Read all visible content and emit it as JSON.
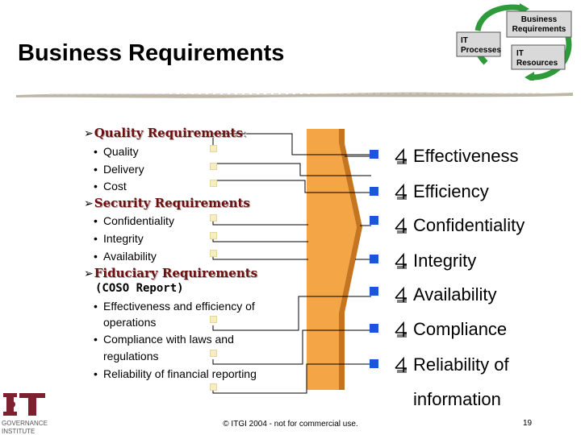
{
  "title": "Business Requirements",
  "cycle_diagram": {
    "business_requirements": [
      "Business",
      "Requirements"
    ],
    "it_processes": [
      "IT",
      "Processes"
    ],
    "it_resources": [
      "IT",
      "Resources"
    ]
  },
  "sections": [
    {
      "heading": "Quality Requirements",
      "colon": ":",
      "items": [
        "Quality",
        "Delivery",
        "Cost"
      ]
    },
    {
      "heading": "Security Requirements",
      "items": [
        "Confidentiality",
        "Integrity",
        "Availability"
      ]
    },
    {
      "heading": "Fiduciary Requirements",
      "note": "(COSO Report)",
      "items": [
        [
          "Effectiveness and efficiency of",
          "operations"
        ],
        [
          "Compliance with laws and",
          "regulations"
        ],
        [
          "Reliability of financial reporting"
        ]
      ]
    }
  ],
  "criteria": [
    "Effectiveness",
    "Efficiency",
    "Confidentiality",
    "Integrity",
    "Availability",
    "Compliance",
    "Reliability of",
    "information"
  ],
  "footer": "© ITGI 2004 - not for commercial use.",
  "page_number": "19",
  "logo": {
    "line1": "GOVERNANCE",
    "line2": "INSTITUTE"
  },
  "colors": {
    "title": "#000000",
    "section_heading": "#6b1010",
    "marker_fill": "#f6eec2",
    "criteria_square": "#1c55dc",
    "funnel": "#f4a546",
    "logo": "#7d2030",
    "cycle_green": "#2e9a3a"
  },
  "icons": [
    "arrow-bullet-icon",
    "book-icon",
    "cycle-diagram-icon",
    "itgi-logo-icon"
  ]
}
